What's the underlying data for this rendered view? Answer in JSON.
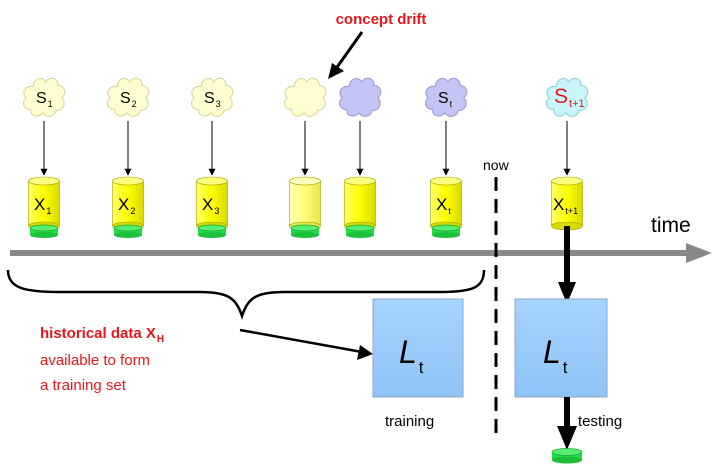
{
  "title": "concept drift",
  "timeline_label": "time",
  "now_label": "now",
  "sources": [
    {
      "base": "S",
      "sub": "1"
    },
    {
      "base": "S",
      "sub": "2"
    },
    {
      "base": "S",
      "sub": "3"
    },
    {
      "base": "",
      "sub": ""
    },
    {
      "base": "",
      "sub": ""
    },
    {
      "base": "S",
      "sub": "t"
    },
    {
      "base": "S",
      "sub": "t+1"
    }
  ],
  "datasets": [
    {
      "base": "X",
      "sub": "1"
    },
    {
      "base": "X",
      "sub": "2"
    },
    {
      "base": "X",
      "sub": "3"
    },
    {
      "base": "",
      "sub": ""
    },
    {
      "base": "",
      "sub": ""
    },
    {
      "base": "X",
      "sub": "t"
    },
    {
      "base": "X",
      "sub": "t+1"
    }
  ],
  "historical": {
    "title_base": "historical data X",
    "title_sub": "H",
    "line1": "available to form",
    "line2": "a training set"
  },
  "learners": [
    {
      "base": "L",
      "sub": "t",
      "caption": "training"
    },
    {
      "base": "L",
      "sub": "t",
      "caption": "testing"
    }
  ],
  "colors": {
    "accent_red": "#e8161c",
    "cloud_yellow": "#fefed0",
    "cloud_violet": "#c5c5f5",
    "cloud_cyan": "#c8f4fb",
    "cylinder_yellow": "#fefe00",
    "cylinder_pale": "#fefe78",
    "disc_green": "#22dd44",
    "learner_blue": "#99ccff",
    "timeline_gray": "#888888"
  }
}
